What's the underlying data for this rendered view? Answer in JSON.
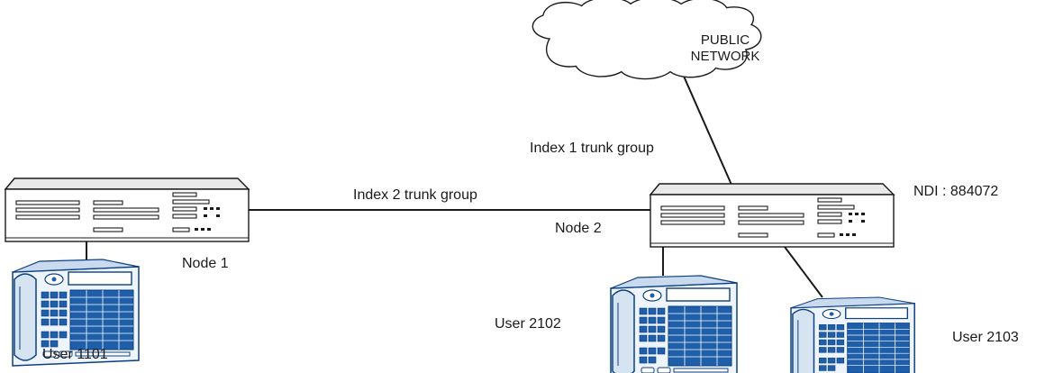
{
  "cloud": {
    "line1": "PUBLIC",
    "line2": "NETWORK"
  },
  "labels": {
    "index1": "Index 1 trunk group",
    "index2": "Index 2 trunk group",
    "node1": "Node 1",
    "node2": "Node 2",
    "ndi": "NDI : 884072",
    "user1101": "User 1101",
    "user2102": "User 2102",
    "user2103": "User 2103"
  },
  "colors": {
    "ink": "#1a1a1a",
    "phone_body": "#d6e4f2",
    "phone_dark": "#1f5ea8",
    "phone_outline": "#0d3f80"
  }
}
